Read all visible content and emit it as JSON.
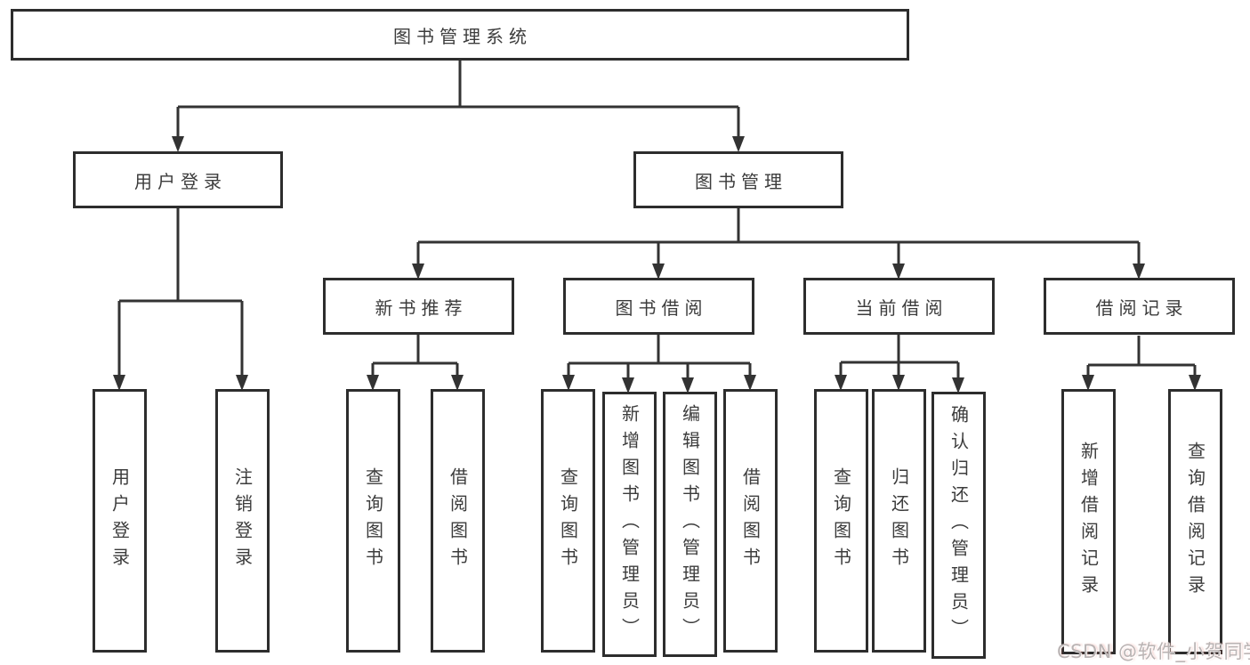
{
  "tree": {
    "root": {
      "label": "图书管理系统",
      "children": [
        {
          "label": "用户登录",
          "children": [
            {
              "label": "用户登录"
            },
            {
              "label": "注销登录"
            }
          ]
        },
        {
          "label": "图书管理",
          "children": [
            {
              "label": "新书推荐",
              "children": [
                {
                  "label": "查询图书"
                },
                {
                  "label": "借阅图书"
                }
              ]
            },
            {
              "label": "图书借阅",
              "children": [
                {
                  "label": "查询图书"
                },
                {
                  "label": "新增图书（管理员）"
                },
                {
                  "label": "编辑图书（管理员）"
                },
                {
                  "label": "借阅图书"
                }
              ]
            },
            {
              "label": "当前借阅",
              "children": [
                {
                  "label": "查询图书"
                },
                {
                  "label": "归还图书"
                },
                {
                  "label": "确认归还（管理员）"
                }
              ]
            },
            {
              "label": "借阅记录",
              "children": [
                {
                  "label": "新增借阅记录"
                },
                {
                  "label": "查询借阅记录"
                }
              ]
            }
          ]
        }
      ]
    }
  },
  "watermark": {
    "text": "CSDN @软件_小贺同学"
  },
  "style": {
    "line_color": "#333333",
    "border_color": "#2d2d2d",
    "text_color": "#3c3c3c"
  }
}
